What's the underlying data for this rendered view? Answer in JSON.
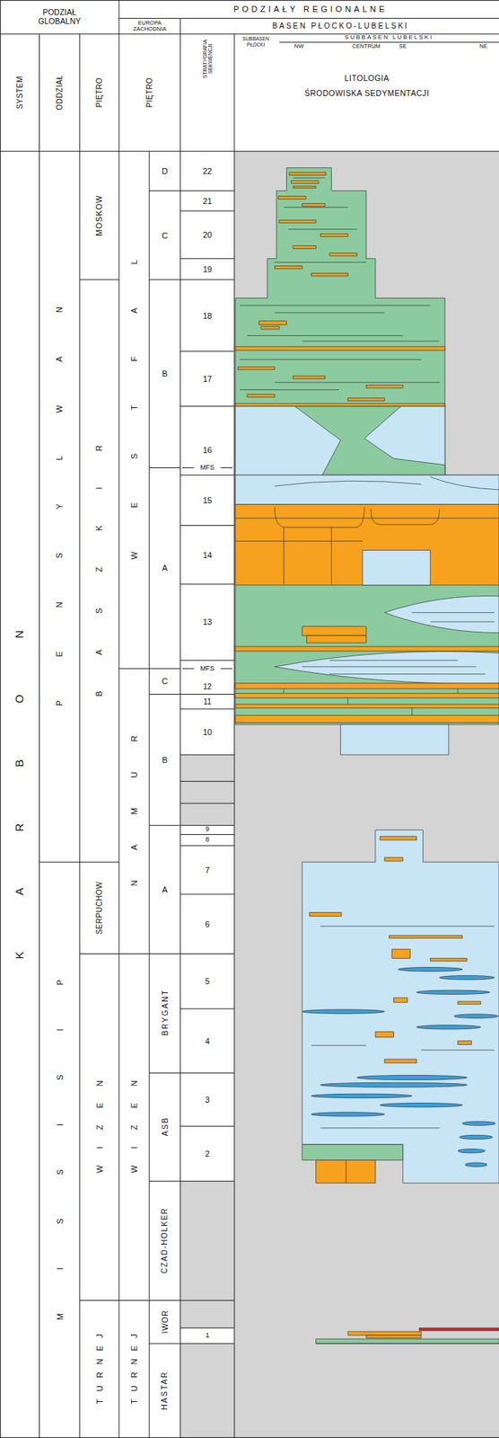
{
  "diagram": {
    "labels": [
      "PODZIAŁ GLOBALNY",
      "PODZIAŁY REGIONALNE",
      "EUROPA ZACHODNIA",
      "BASEN PŁOCKO-LUBELSKI",
      "SYSTEM",
      "ODDZIAŁ",
      "PIĘTRO",
      "PIĘTRO",
      "STRATYGRAFIA SEKWENCJI",
      "SUBBASEN PŁOCKI",
      "SUBBASEN LUBELSKI",
      "NW",
      "CENTRUM",
      "SE",
      "NE",
      "LITOLOGIA",
      "ŚRODOWISKA SEDYMENTACJI",
      "KARBON",
      "PENSYLWAN",
      "MISSISIP",
      "MOSKOW",
      "BASZKIR",
      "SERPUCHOW",
      "WIZEN",
      "TURNEJ",
      "WESTFAL",
      "NAMUR",
      "WIZEN",
      "TURNEJ",
      "D",
      "C",
      "B",
      "A",
      "C",
      "B",
      "A",
      "BRYGANT",
      "ASB",
      "CZAD-HOLKER",
      "IWOR",
      "HASTAR",
      "22",
      "21",
      "20",
      "19",
      "18",
      "17",
      "16",
      "MFS",
      "15",
      "14",
      "13",
      "MFS",
      "12",
      "11",
      "10",
      "9",
      "8",
      "7",
      "6",
      "5",
      "4",
      "3",
      "2",
      "1"
    ]
  }
}
